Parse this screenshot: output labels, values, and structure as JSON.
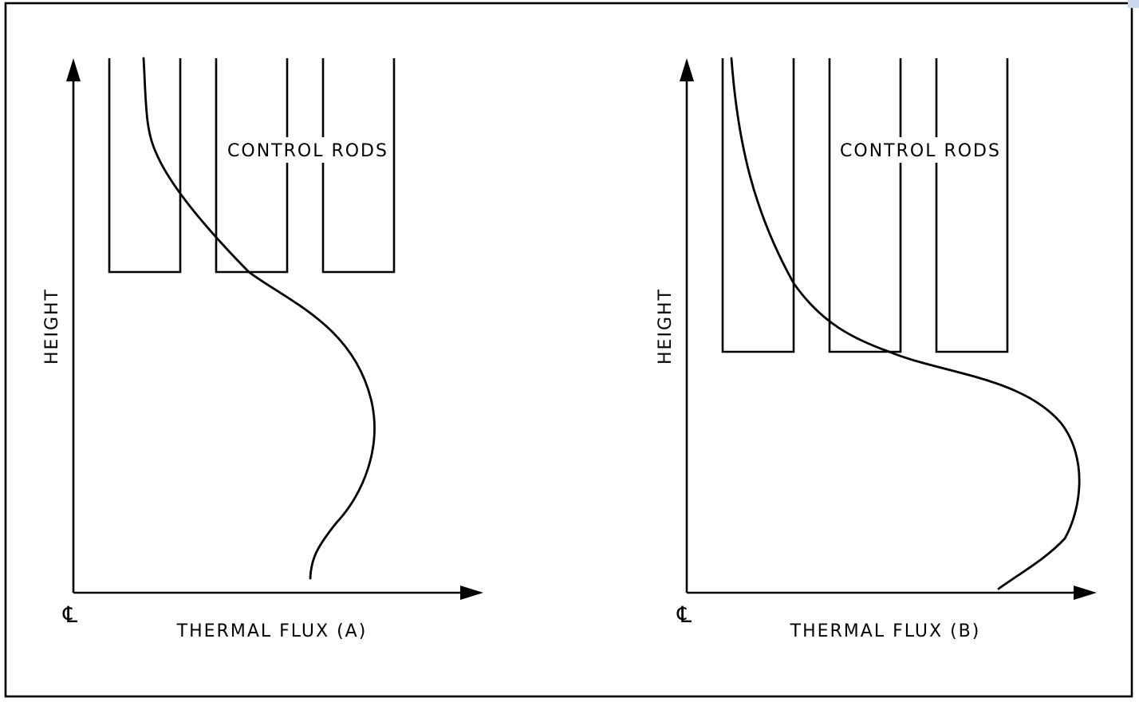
{
  "colors": {
    "ink": "#000000",
    "background": "#ffffff",
    "corner_marker": "#c9d8ea"
  },
  "panels": [
    {
      "id": "a",
      "rod_label": "CONTROL RODS",
      "y_axis_label": "HEIGHT",
      "x_axis_label": "THERMAL FLUX (A)",
      "origin_symbol": "℄"
    },
    {
      "id": "b",
      "rod_label": "CONTROL RODS",
      "y_axis_label": "HEIGHT",
      "x_axis_label": "THERMAL FLUX (B)",
      "origin_symbol": "℄"
    }
  ]
}
